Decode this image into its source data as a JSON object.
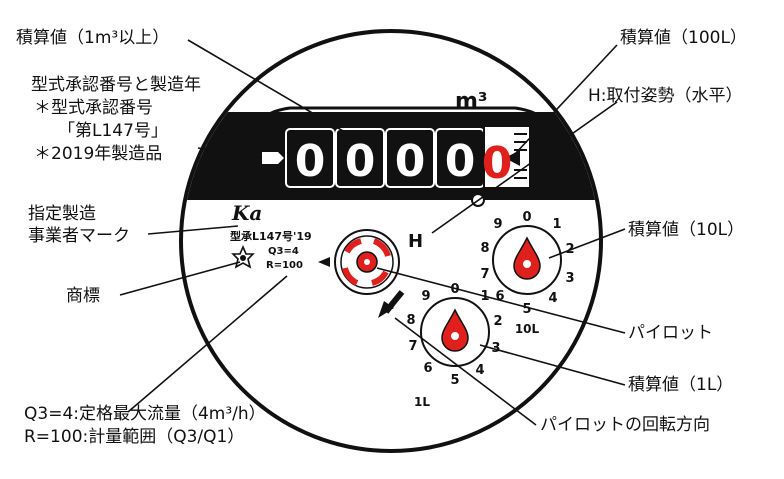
{
  "meter": {
    "unit": "m³",
    "digits": [
      "0",
      "0",
      "0",
      "0"
    ],
    "red_digit": "0",
    "brand_mark": "Ka",
    "approval_code": "型承L147号'19",
    "q3": "Q3=4",
    "r": "R=100",
    "h_mark": "H",
    "dial_10L_label": "10L",
    "dial_1L_label": "1L",
    "dial_numbers": [
      "0",
      "1",
      "2",
      "3",
      "4",
      "5",
      "6",
      "7",
      "8",
      "9"
    ]
  },
  "annotations": {
    "total_1m3": "積算値（1m³以上）",
    "model_year_1": "型式承認番号と製造年",
    "model_year_2": "＊型式承認番号",
    "model_year_3": "「第L147号」",
    "model_year_4": "＊2019年製造品",
    "maker_1": "指定製造",
    "maker_2": "事業者マーク",
    "trademark": "商標",
    "q3_desc": "Q3=4:定格最大流量（4m³/h）",
    "r_desc": "R=100:計量範囲（Q3/Q1）",
    "total_100L": "積算値（100L）",
    "orientation": "H:取付姿勢（水平）",
    "total_10L": "積算値（10L）",
    "pilot": "パイロット",
    "total_1L": "積算値（1L）",
    "pilot_rotation": "パイロットの回転方向"
  },
  "colors": {
    "red": "#e0201c",
    "black": "#111111"
  }
}
